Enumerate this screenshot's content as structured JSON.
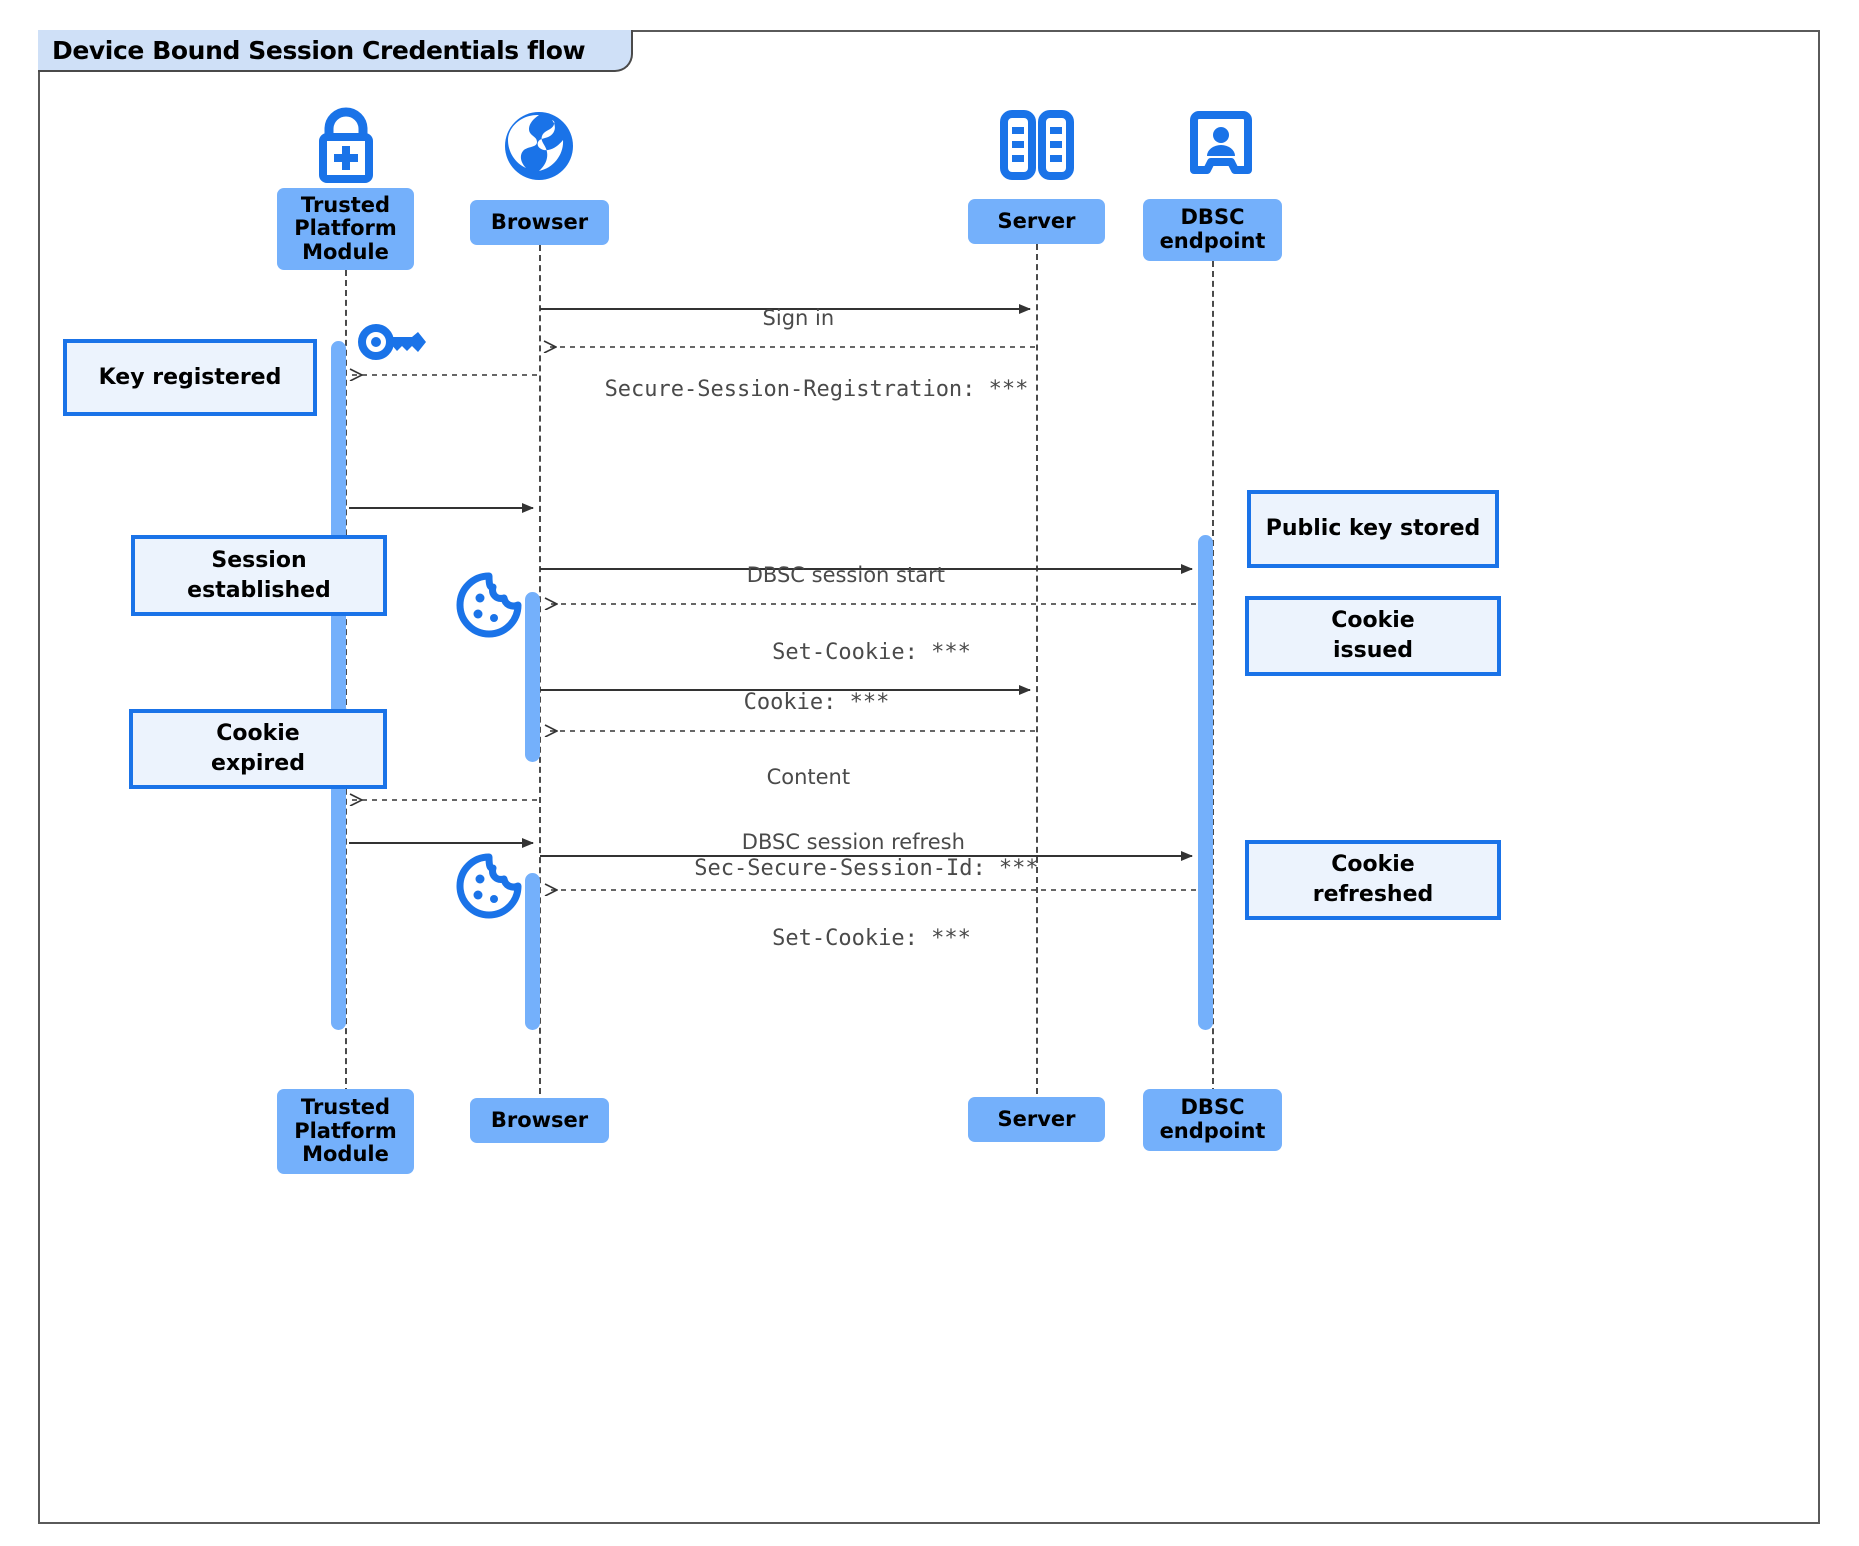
{
  "frame": {
    "title": "Device Bound Session Credentials flow"
  },
  "participants": [
    {
      "id": "tpm",
      "name": "Trusted Platform Module",
      "label": "Trusted\nPlatform\nModule",
      "icon": "lock-plus-icon"
    },
    {
      "id": "browser",
      "name": "Browser",
      "label": "Browser",
      "icon": "globe-icon"
    },
    {
      "id": "server",
      "name": "Server",
      "label": "Server",
      "icon": "server-rack-icon"
    },
    {
      "id": "dbsc",
      "name": "DBSC endpoint",
      "label": "DBSC\nendpoint",
      "icon": "id-badge-icon"
    }
  ],
  "messages": [
    {
      "id": "m1",
      "label": "Sign in",
      "from": "browser",
      "to": "server",
      "style": "solid",
      "font": "sans"
    },
    {
      "id": "m2",
      "label": "Secure-Session-Registration: ***",
      "from": "server",
      "to": "browser",
      "style": "dashed",
      "font": "mono"
    },
    {
      "id": "m3",
      "label": "",
      "from": "browser",
      "to": "tpm",
      "style": "dashed",
      "font": "mono"
    },
    {
      "id": "m4",
      "label": "",
      "from": "tpm",
      "to": "browser",
      "style": "solid",
      "font": "sans"
    },
    {
      "id": "m5",
      "label": "DBSC session start",
      "from": "browser",
      "to": "dbsc",
      "style": "solid",
      "font": "sans"
    },
    {
      "id": "m6",
      "label": "Set-Cookie: ***",
      "from": "dbsc",
      "to": "browser",
      "style": "dashed",
      "font": "mono"
    },
    {
      "id": "m7",
      "label": "Cookie: ***",
      "from": "browser",
      "to": "server",
      "style": "solid",
      "font": "mono"
    },
    {
      "id": "m8",
      "label": "Content",
      "from": "server",
      "to": "browser",
      "style": "dashed",
      "font": "sans"
    },
    {
      "id": "m9",
      "label": "",
      "from": "browser",
      "to": "tpm",
      "style": "dashed",
      "font": "mono"
    },
    {
      "id": "m10",
      "label": "",
      "from": "tpm",
      "to": "browser",
      "style": "solid",
      "font": "sans"
    },
    {
      "id": "m11",
      "label": "DBSC session refresh\nSec-Secure-Session-Id: ***",
      "from": "browser",
      "to": "dbsc",
      "style": "solid",
      "font": "mixed"
    },
    {
      "id": "m12",
      "label": "Set-Cookie: ***",
      "from": "dbsc",
      "to": "browser",
      "style": "dashed",
      "font": "mono"
    }
  ],
  "message_text": {
    "sign_in": "Sign in",
    "secure_session_registration": "Secure-Session-Registration: ***",
    "dbsc_session_start": "DBSC session start",
    "set_cookie_1": "Set-Cookie: ***",
    "cookie": "Cookie: ***",
    "content": "Content",
    "dbsc_session_refresh": "DBSC session refresh",
    "sec_secure_session_id": "Sec-Secure-Session-Id: ***",
    "set_cookie_2": "Set-Cookie: ***"
  },
  "notes": [
    {
      "id": "n1",
      "text": "Key registered",
      "side": "left",
      "attached_to": "tpm"
    },
    {
      "id": "n2",
      "text": "Session\nestablished",
      "side": "left",
      "attached_to": "tpm"
    },
    {
      "id": "n3",
      "text": "Cookie\nexpired",
      "side": "left",
      "attached_to": "tpm"
    },
    {
      "id": "n4",
      "text": "Public key stored",
      "side": "right",
      "attached_to": "dbsc"
    },
    {
      "id": "n5",
      "text": "Cookie\nissued",
      "side": "right",
      "attached_to": "dbsc"
    },
    {
      "id": "n6",
      "text": "Cookie\nrefreshed",
      "side": "right",
      "attached_to": "dbsc"
    }
  ],
  "note_text": {
    "key_registered": "Key registered",
    "session_established_l1": "Session",
    "session_established_l2": "established",
    "cookie_expired_l1": "Cookie",
    "cookie_expired_l2": "expired",
    "public_key_stored": "Public key stored",
    "cookie_issued_l1": "Cookie",
    "cookie_issued_l2": "issued",
    "cookie_refreshed_l1": "Cookie",
    "cookie_refreshed_l2": "refreshed"
  },
  "participant_text": {
    "tpm_l1": "Trusted",
    "tpm_l2": "Platform",
    "tpm_l3": "Module",
    "browser": "Browser",
    "server": "Server",
    "dbsc_l1": "DBSC",
    "dbsc_l2": "endpoint"
  },
  "inline_icons": [
    {
      "name": "key-icon",
      "near": "tpm",
      "meaning": "key generated in TPM"
    },
    {
      "name": "cookie-icon",
      "near": "browser",
      "meaning": "cookie stored after Set-Cookie"
    },
    {
      "name": "cookie-icon",
      "near": "browser",
      "meaning": "cookie refreshed after Set-Cookie"
    }
  ],
  "colors": {
    "participant_fill": "#74b0fb",
    "note_fill": "#ecf3fd",
    "note_border": "#1a73e8",
    "icon_blue": "#1a73e8",
    "activation_fill": "#74b0fb",
    "frame_border": "#5a5a5a",
    "frame_tab_fill": "#cfe0f7",
    "message_line": "#333333",
    "message_text": "#4a4a4a",
    "background": "#ffffff"
  }
}
